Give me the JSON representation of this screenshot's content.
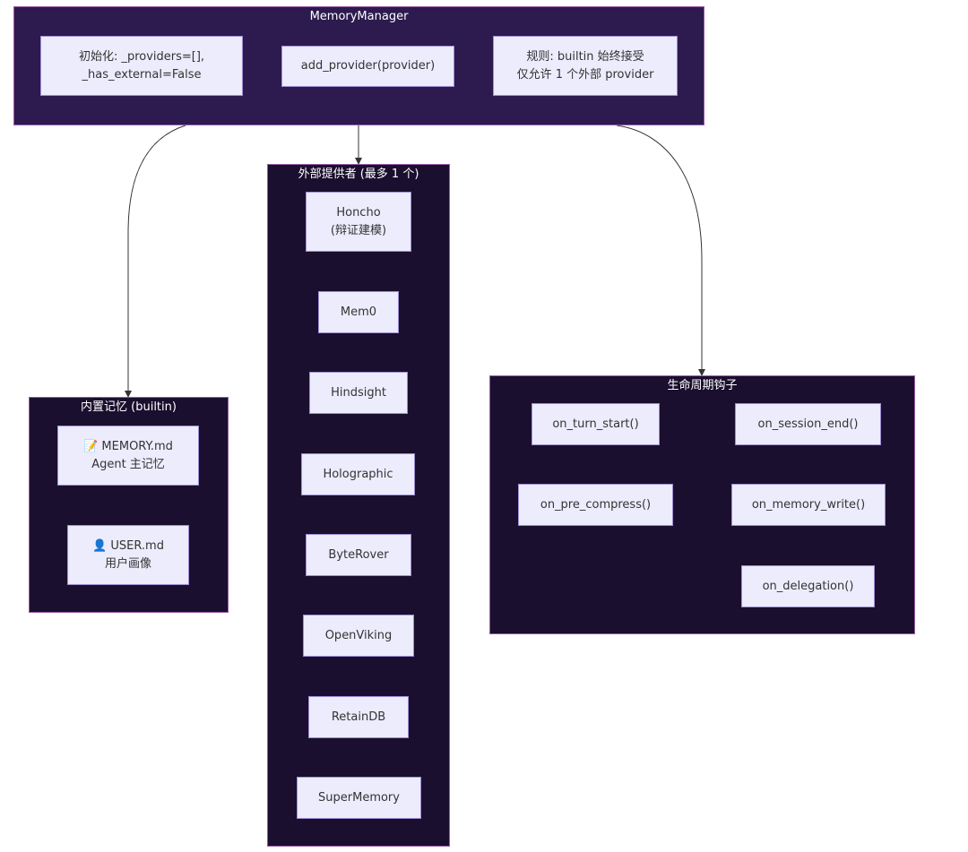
{
  "manager": {
    "title": "MemoryManager",
    "init_line1": "初始化: _providers=[],",
    "init_line2": "_has_external=False",
    "add_provider": "add_provider(provider)",
    "rule_line1": "规则: builtin 始终接受",
    "rule_line2": "仅允许 1 个外部 provider"
  },
  "builtin": {
    "title": "内置记忆 (builtin)",
    "memory_line1": "📝 MEMORY.md",
    "memory_line2": "Agent 主记忆",
    "user_line1": "👤 USER.md",
    "user_line2": "用户画像"
  },
  "external": {
    "title": "外部提供者 (最多 1 个)",
    "honcho_line1": "Honcho",
    "honcho_line2": "(辩证建模)",
    "items": [
      "Mem0",
      "Hindsight",
      "Holographic",
      "ByteRover",
      "OpenViking",
      "RetainDB",
      "SuperMemory"
    ]
  },
  "hooks": {
    "title": "生命周期钩子",
    "items": [
      "on_turn_start()",
      "on_session_end()",
      "on_pre_compress()",
      "on_memory_write()",
      "on_delegation()"
    ]
  }
}
